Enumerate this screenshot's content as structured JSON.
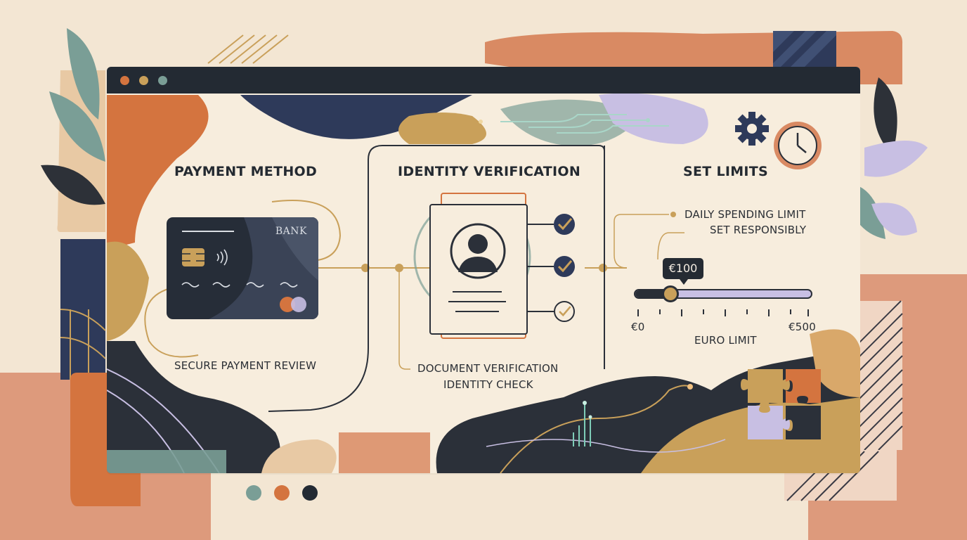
{
  "steps": {
    "payment": {
      "heading": "PAYMENT METHOD",
      "card_label": "BANK",
      "caption": "SECURE PAYMENT REVIEW"
    },
    "identity": {
      "heading": "IDENTITY VERIFICATION",
      "caption_line1": "DOCUMENT VERIFICATION",
      "caption_line2": "IDENTITY CHECK",
      "checks": [
        {
          "state": "done"
        },
        {
          "state": "done"
        },
        {
          "state": "pending"
        }
      ]
    },
    "limits": {
      "heading": "SET LIMITS",
      "note_line1": "DAILY SPENDING LIMIT",
      "note_line2": "SET RESPONSIBLY",
      "slider": {
        "value_label": "€100",
        "min_label": "€0",
        "max_label": "€500",
        "value": 100,
        "min": 0,
        "max": 500
      },
      "axis_caption": "EURO LIMIT"
    }
  },
  "icons": {
    "card": [
      "chip-icon",
      "contactless-icon",
      "card-network-icon"
    ],
    "limits": [
      "gear-icon",
      "clock-icon"
    ],
    "decor": [
      "puzzle-icon",
      "person-icon",
      "leaf-icon"
    ]
  },
  "colors": {
    "navy": "#232a33",
    "terracotta": "#d4743f",
    "gold": "#c9a05a",
    "sage": "#7a9e96",
    "lavender": "#c8bfe3",
    "cream": "#f7eddd"
  }
}
